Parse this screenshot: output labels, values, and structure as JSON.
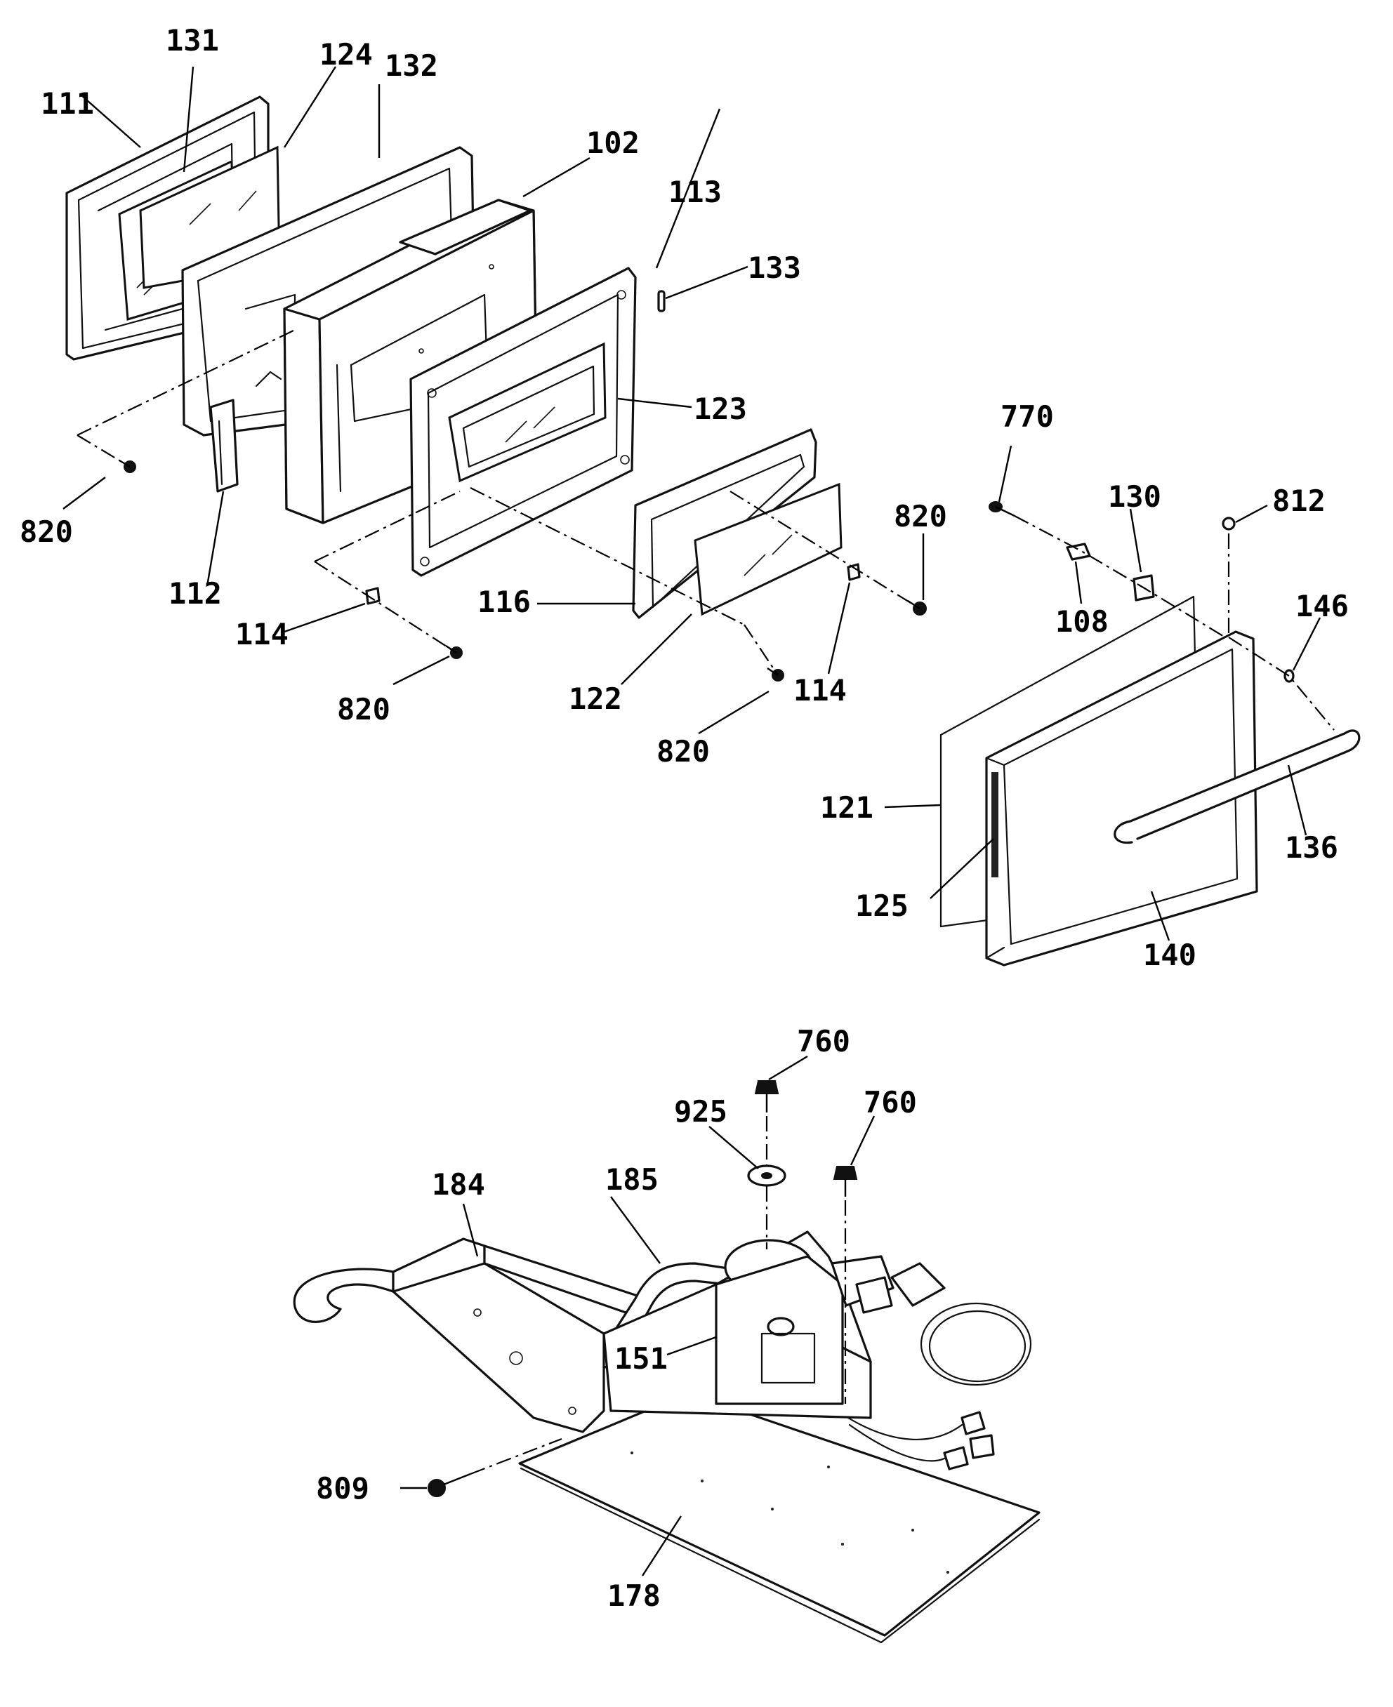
{
  "labels": {
    "l111": "111",
    "l131": "131",
    "l124": "124",
    "l132": "132",
    "l102": "102",
    "l113": "113",
    "l133": "133",
    "l123": "123",
    "l820a": "820",
    "l112": "112",
    "l114a": "114",
    "l820b": "820",
    "l116": "116",
    "l122": "122",
    "l820c": "820",
    "l114b": "114",
    "l820d": "820",
    "l770": "770",
    "l130": "130",
    "l812": "812",
    "l108": "108",
    "l146": "146",
    "l121": "121",
    "l136": "136",
    "l125": "125",
    "l140": "140",
    "l760a": "760",
    "l925": "925",
    "l760b": "760",
    "l184": "184",
    "l185": "185",
    "l151": "151",
    "l809": "809",
    "l178": "178"
  }
}
